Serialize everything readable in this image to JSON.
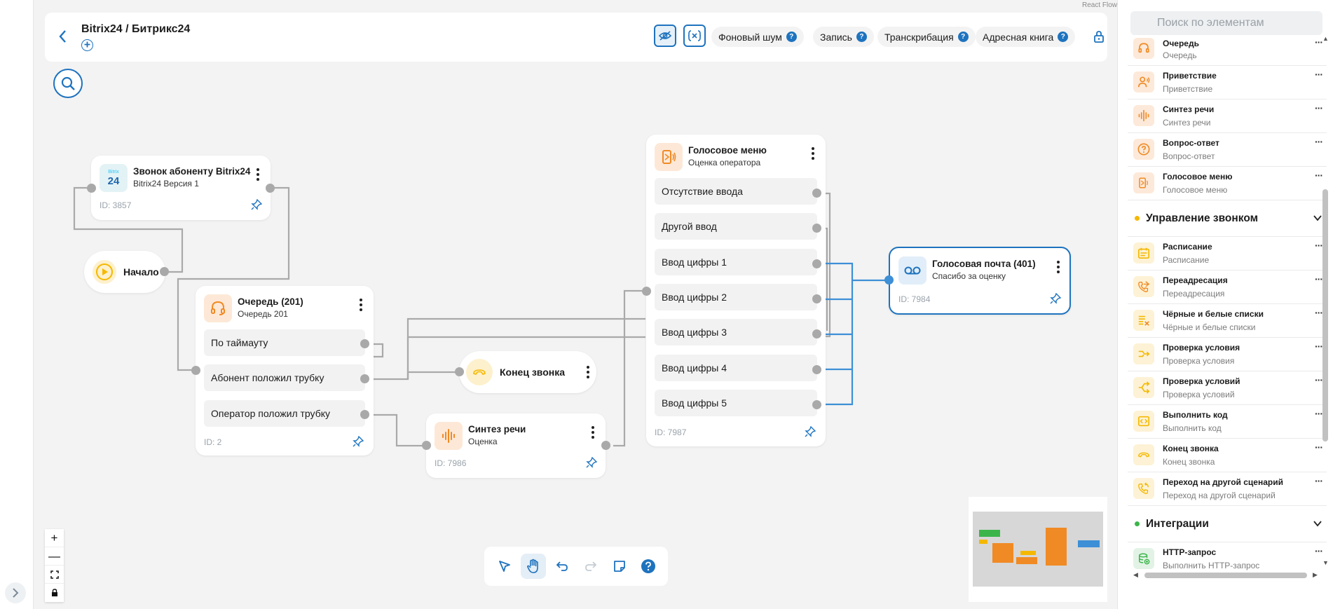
{
  "header": {
    "title": "Bitrix24 / Битрикс24",
    "pills": [
      {
        "label": "Фоновый шум"
      },
      {
        "label": "Запись"
      },
      {
        "label": "Транскрибация"
      },
      {
        "label": "Адресная книга"
      }
    ],
    "help_mark": "?"
  },
  "watermark": "React Flow",
  "nodes": {
    "call": {
      "title": "Звонок абоненту Bitrix24",
      "subtitle": "Bitrix24 Версия 1",
      "id_text": "ID: 3857",
      "logo_top": "Bitrix",
      "logo_main": "24"
    },
    "start": {
      "label": "Начало"
    },
    "queue": {
      "title": "Очередь (201)",
      "subtitle": "Очередь 201",
      "id_text": "ID: 2",
      "rows": [
        "По таймауту",
        "Абонент положил трубку",
        "Оператор положил трубку"
      ]
    },
    "end_call": {
      "label": "Конец звонка"
    },
    "tts": {
      "title": "Синтез речи",
      "subtitle": "Оценка",
      "id_text": "ID: 7986"
    },
    "voice_menu": {
      "title": "Голосовое меню",
      "subtitle": "Оценка оператора",
      "id_text": "ID: 7987",
      "rows": [
        "Отсутствие ввода",
        "Другой ввод",
        "Ввод цифры 1",
        "Ввод цифры 2",
        "Ввод цифры 3",
        "Ввод цифры 4",
        "Ввод цифры 5"
      ]
    },
    "voicemail": {
      "title": "Голосовая почта (401)",
      "subtitle": "Спасибо за оценку",
      "id_text": "ID: 7984"
    }
  },
  "zoom_controls": {
    "plus": "+",
    "minus": "—"
  },
  "right_panel": {
    "search_placeholder": "Поиск по элементам",
    "more": "···",
    "top_items": [
      {
        "name": "Очередь",
        "desc": "Очередь",
        "icon": "headset-icon"
      },
      {
        "name": "Приветствие",
        "desc": "Приветствие",
        "icon": "greeting-icon"
      },
      {
        "name": "Синтез речи",
        "desc": "Синтез речи",
        "icon": "waveform-icon"
      },
      {
        "name": "Вопрос-ответ",
        "desc": "Вопрос-ответ",
        "icon": "question-icon"
      },
      {
        "name": "Голосовое меню",
        "desc": "Голосовое меню",
        "icon": "voice-menu-icon"
      }
    ],
    "section_call": {
      "title": "Управление звонком",
      "color": "#f5b800"
    },
    "call_items": [
      {
        "name": "Расписание",
        "desc": "Расписание",
        "icon": "schedule-icon"
      },
      {
        "name": "Переадресация",
        "desc": "Переадресация",
        "icon": "forward-icon"
      },
      {
        "name": "Чёрные и белые списки",
        "desc": "Чёрные и белые списки",
        "icon": "blacklist-icon"
      },
      {
        "name": "Проверка условия",
        "desc": "Проверка условия",
        "icon": "condition-icon"
      },
      {
        "name": "Проверка условий",
        "desc": "Проверка условий",
        "icon": "conditions-icon"
      },
      {
        "name": "Выполнить код",
        "desc": "Выполнить код",
        "icon": "code-icon"
      },
      {
        "name": "Конец звонка",
        "desc": "Конец звонка",
        "icon": "hangup-icon"
      },
      {
        "name": "Переход на другой сценарий",
        "desc": "Переход на другой сценарий",
        "icon": "switch-scenario-icon"
      }
    ],
    "section_integrations": {
      "title": "Интеграции",
      "color": "#3bb54a"
    },
    "integration_items": [
      {
        "name": "HTTP-запрос",
        "desc": "Выполнить HTTP-запрос",
        "icon": "http-icon"
      }
    ]
  },
  "colors": {
    "accent": "#1e73be",
    "orange": "#f08a24",
    "yellow": "#f5b800",
    "green": "#3bb54a",
    "wire": "#a9a9a9",
    "wire_active": "#3d8fd6"
  }
}
